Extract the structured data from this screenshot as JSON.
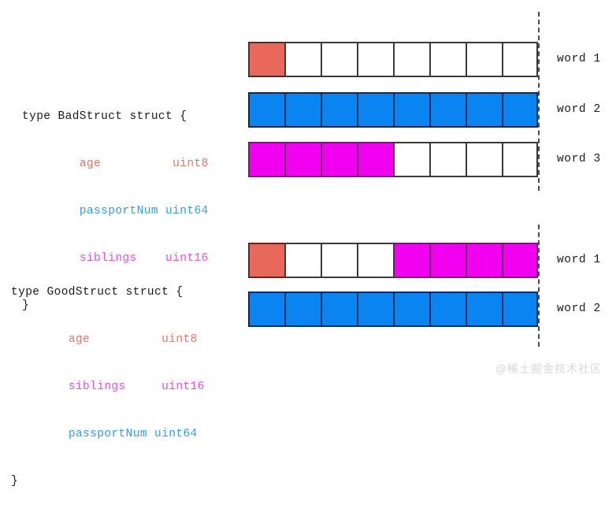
{
  "colors": {
    "uint8": "#eb7363",
    "uint64": "#2f9ee8",
    "uint16": "#e94ee0",
    "cell_red": "#e8695c",
    "cell_blue": "#0a84f0",
    "cell_magenta": "#f200f0",
    "text": "#1a1a1a",
    "watermark": "#d8d8d8"
  },
  "code_bad": {
    "line1": "type BadStruct struct {",
    "field1_name": "age",
    "field1_pad": "          ",
    "field1_type": "uint8",
    "field2_name": "passportNum",
    "field2_pad": " ",
    "field2_type": "uint64",
    "field3_name": "siblings",
    "field3_pad": "    ",
    "field3_type": "uint16",
    "indent": "        ",
    "close": "}"
  },
  "code_good": {
    "line1": "type GoodStruct struct {",
    "field1_name": "age",
    "field1_pad": "          ",
    "field1_type": "uint8",
    "field2_name": "siblings",
    "field2_pad": "     ",
    "field2_type": "uint16",
    "field3_name": "passportNum",
    "field3_pad": " ",
    "field3_type": "uint64",
    "indent": "        ",
    "close": "}"
  },
  "diagram_top": {
    "cells_per_word": 8,
    "words": [
      {
        "label": "word 1",
        "cells": [
          "red",
          "white",
          "white",
          "white",
          "white",
          "white",
          "white",
          "white"
        ]
      },
      {
        "label": "word 2",
        "cells": [
          "blue",
          "blue",
          "blue",
          "blue",
          "blue",
          "blue",
          "blue",
          "blue"
        ]
      },
      {
        "label": "word 3",
        "cells": [
          "magenta",
          "magenta",
          "magenta",
          "magenta",
          "white",
          "white",
          "white",
          "white"
        ]
      }
    ]
  },
  "diagram_bottom": {
    "cells_per_word": 8,
    "words": [
      {
        "label": "word 1",
        "cells": [
          "red",
          "white",
          "white",
          "white",
          "magenta",
          "magenta",
          "magenta",
          "magenta"
        ]
      },
      {
        "label": "word 2",
        "cells": [
          "blue",
          "blue",
          "blue",
          "blue",
          "blue",
          "blue",
          "blue",
          "blue"
        ]
      }
    ]
  },
  "watermark": "@稀土掘金技术社区"
}
